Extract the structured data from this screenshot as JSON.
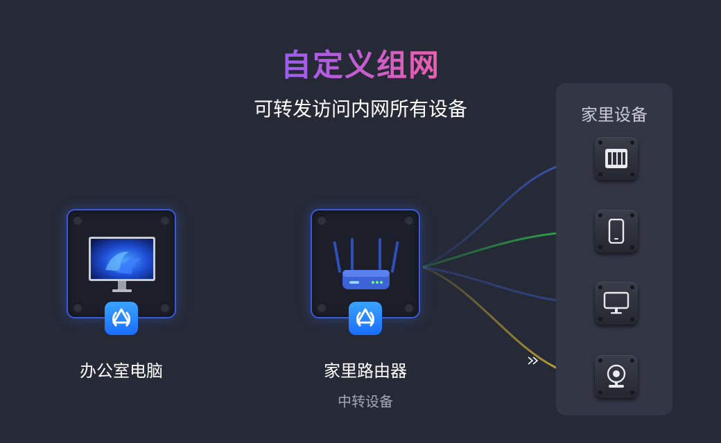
{
  "title": "自定义组网",
  "subtitle": "可转发访问内网所有设备",
  "home_devices_panel": {
    "title": "家里设备"
  },
  "nodes": {
    "office_pc": {
      "label": "办公室电脑"
    },
    "home_router": {
      "label": "家里路由器",
      "sublabel": "中转设备"
    }
  },
  "home_devices": [
    {
      "icon": "nas-server-icon",
      "link_color": "#3a5cc8"
    },
    {
      "icon": "phone-icon",
      "link_color": "#2bb64a"
    },
    {
      "icon": "monitor-icon",
      "link_color": "#3a5cc8"
    },
    {
      "icon": "webcam-icon",
      "link_color": "#d6b835"
    }
  ],
  "colors": {
    "background": "#262a37",
    "card_border": "#3a5ad8",
    "badge": "#1a6dff",
    "title_gradient": [
      "#4d6bff",
      "#8a5cff",
      "#ff5fa0",
      "#ff8a3a"
    ]
  }
}
